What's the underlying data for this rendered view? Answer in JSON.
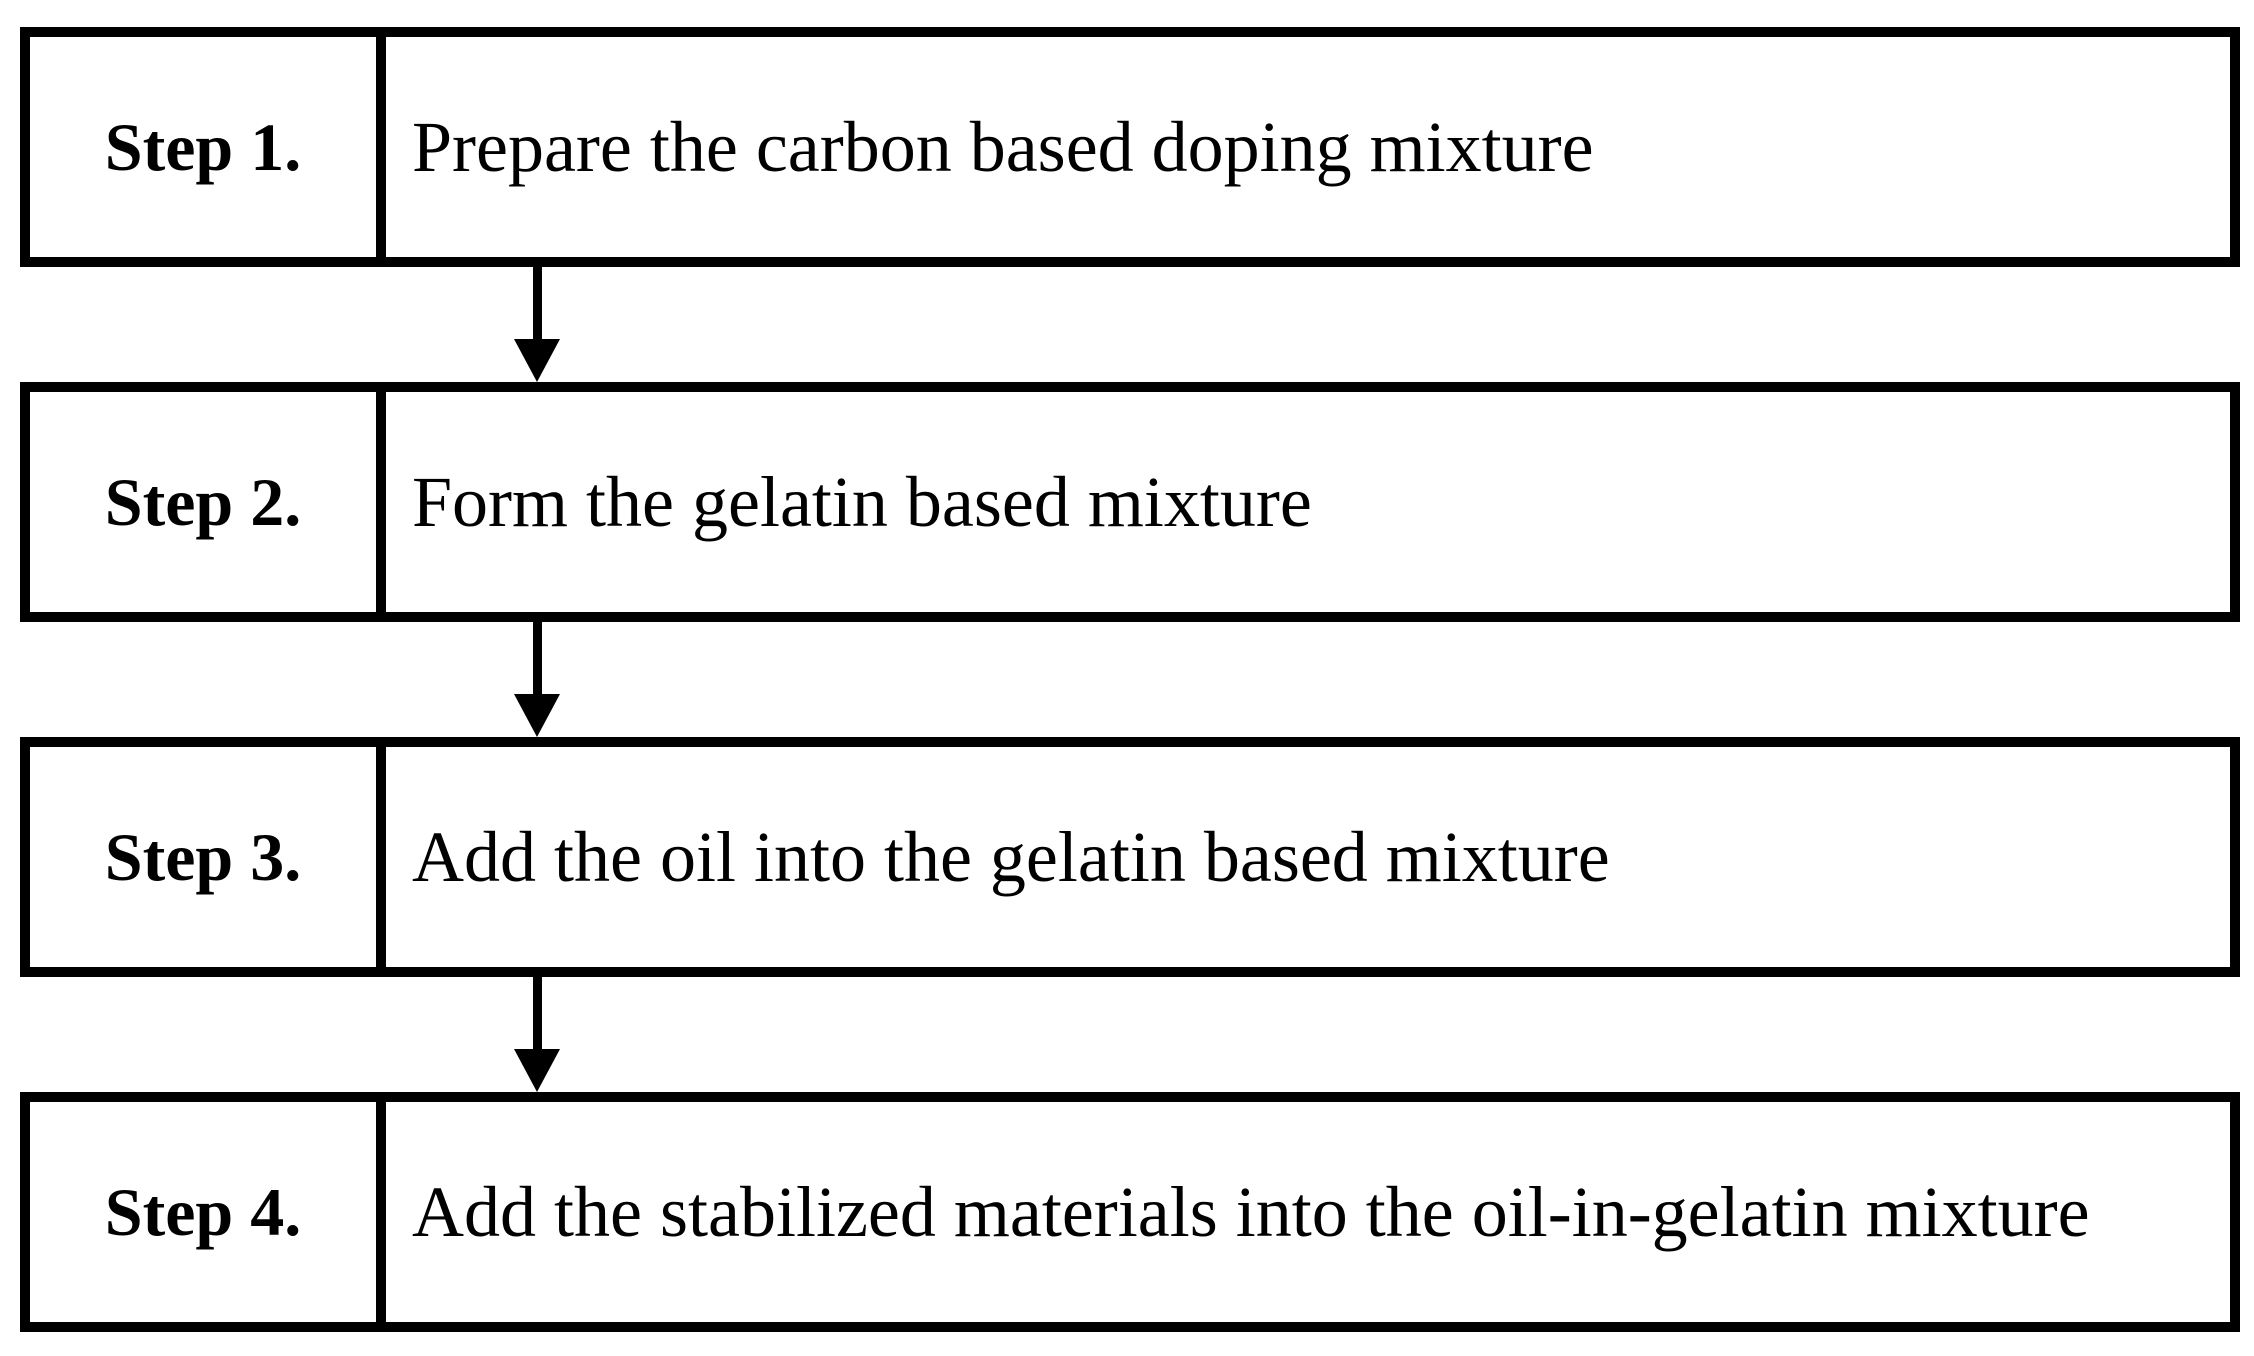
{
  "figure": {
    "type": "flowchart",
    "background_color": "#ffffff",
    "ink_color": "#000000"
  },
  "steps": [
    {
      "label": "Step 1.",
      "description": "Prepare the carbon based doping mixture"
    },
    {
      "label": "Step 2.",
      "description": "Form the gelatin based mixture"
    },
    {
      "label": "Step 3.",
      "description": "Add the oil into the gelatin based mixture"
    },
    {
      "label": "Step 4.",
      "description": "Add the stabilized materials into the oil-in-gelatin mixture"
    }
  ],
  "arrows": [
    {
      "icon": "down-arrow-icon",
      "from": "Step 1.",
      "to": "Step 2."
    },
    {
      "icon": "down-arrow-icon",
      "from": "Step 2.",
      "to": "Step 3."
    },
    {
      "icon": "down-arrow-icon",
      "from": "Step 3.",
      "to": "Step 4."
    }
  ]
}
